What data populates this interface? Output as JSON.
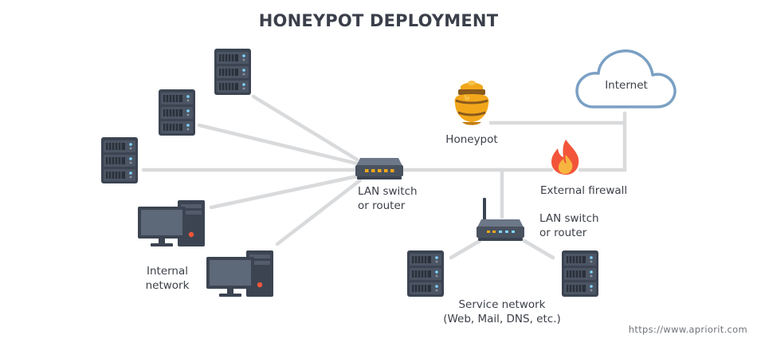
{
  "title": "HONEYPOT DEPLOYMENT",
  "nodes": {
    "internet": "Internet",
    "honeypot": "Honeypot",
    "firewall": "External firewall",
    "lan_switch_main_line1": "LAN switch",
    "lan_switch_main_line2": "or router",
    "lan_switch_service_line1": "LAN switch",
    "lan_switch_service_line2": "or router",
    "internal_network_line1": "Internal",
    "internal_network_line2": "network",
    "service_network_line1": "Service network",
    "service_network_line2": "(Web, Mail, DNS, etc.)"
  },
  "source_url": "https://www.apriorit.com",
  "colors": {
    "line": "#d9dadc",
    "server_dark": "#3c4452",
    "server_light": "#535c6b",
    "cloud_stroke": "#7aa0c4",
    "honey": "#f2a71b",
    "flame": "#f2553a"
  }
}
